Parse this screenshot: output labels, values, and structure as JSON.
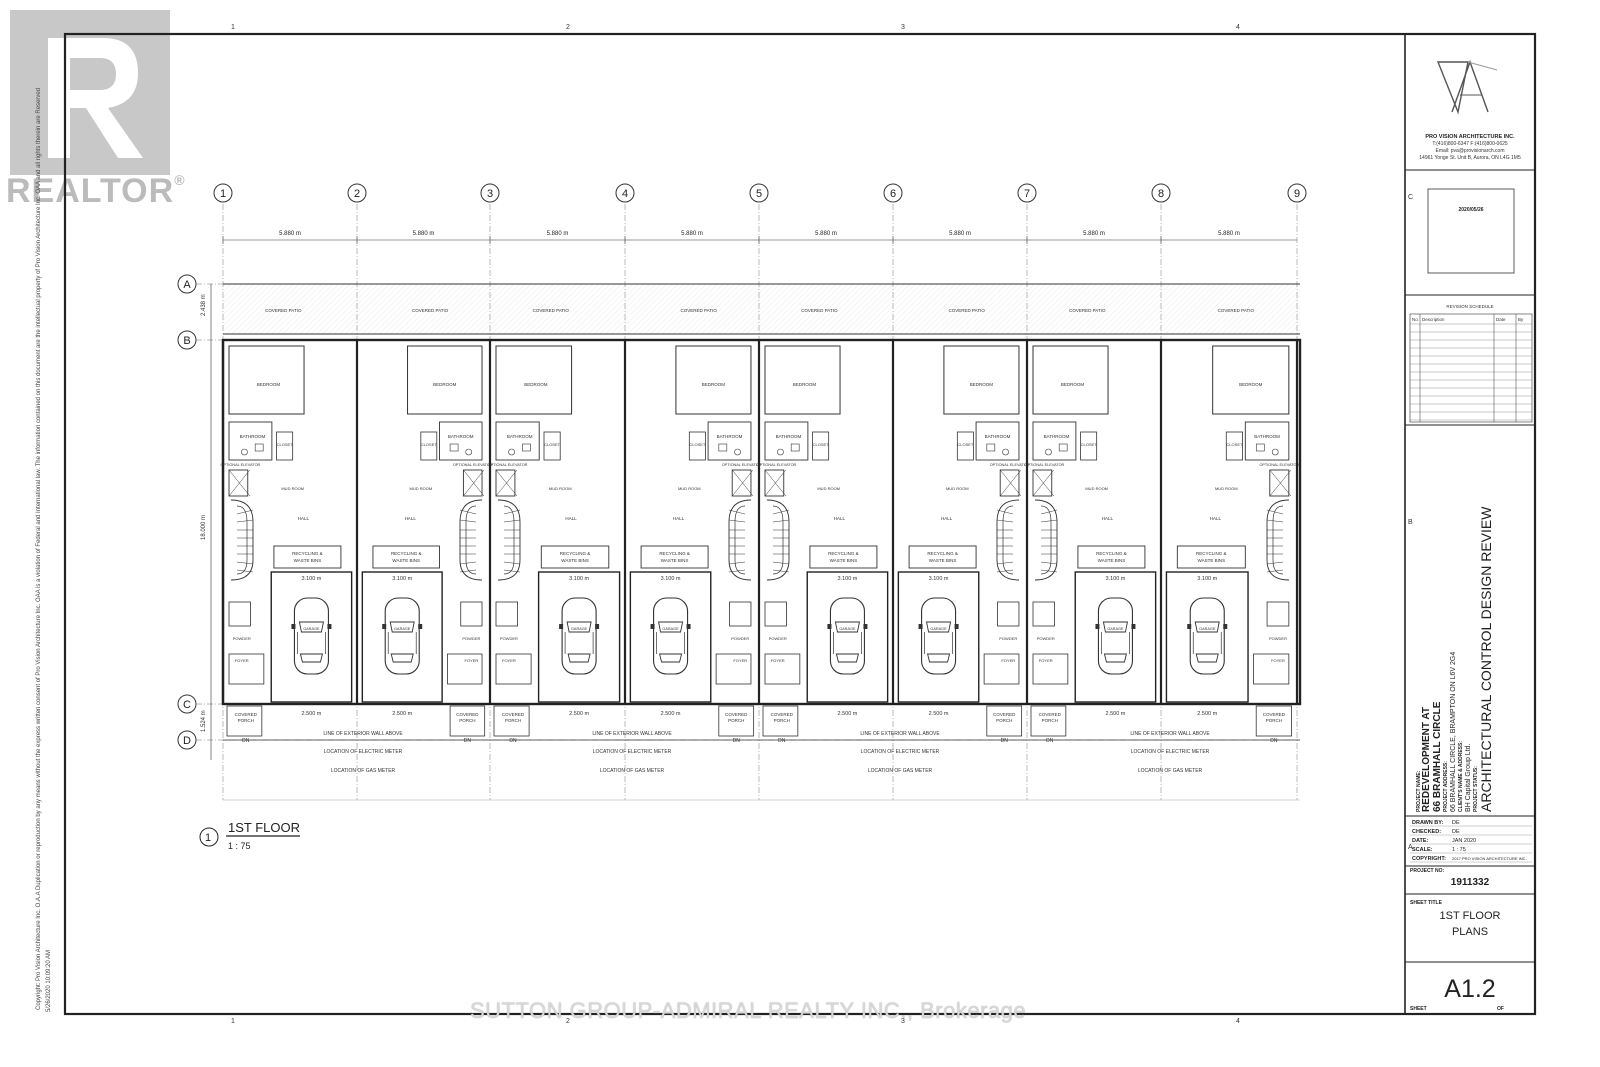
{
  "watermark": "SUTTON GROUP-ADMIRAL REALTY INC., Brokerage",
  "realtor": {
    "word": "REALTOR",
    "reg": "®"
  },
  "left_margin": {
    "copyright": "Copyright: Pro Vision Architecture Inc. O.A.A Duplication or reproduction by any means without the express written consent of Pro Vision Architecture Inc. OAA is a violation of Federal and International law. The information contained on this document are the intellectual property of Pro Vision Architecture Inc. OAA and all rights therein are Reserved",
    "datestamp": "5/26/2020 10:09:20 AM"
  },
  "sheet_columns": [
    "1",
    "2",
    "3",
    "4"
  ],
  "sheet_rows": [
    "C",
    "B",
    "A"
  ],
  "grid": {
    "columns": [
      "1",
      "2",
      "3",
      "4",
      "5",
      "6",
      "7",
      "8",
      "9"
    ],
    "rows": [
      "A",
      "B",
      "C",
      "D"
    ],
    "bay_width": "5.880 m",
    "overall_depth": "18.000 m",
    "front_depth": "2.438 m",
    "porch_depth": "1.524 m"
  },
  "plan": {
    "labels": {
      "covered_patio": "COVERED PATIO",
      "bedroom": "BEDROOM",
      "bathroom": "BATHROOM",
      "closet": "CLOSET",
      "mud_room": "MUD ROOM",
      "hall": "HALL",
      "optional_elevator": "OPTIONAL ELEVATOR",
      "powder": "POWDER",
      "foyer": "FOYER",
      "garage": "GARAGE",
      "recycling": "RECYCLING & WASTE BINS",
      "covered_porch": "COVERED PORCH",
      "dn": "DN",
      "garage_width": "3.100 m",
      "porch_width": "2.500 m",
      "wall_above": "LINE OF EXTERIOR WALL ABOVE",
      "electric_meter": "LOCATION OF ELECTRIC METER",
      "gas_meter": "LOCATION OF GAS METER"
    }
  },
  "view_title": {
    "number": "1",
    "name": "1ST FLOOR",
    "scale": "1 : 75"
  },
  "title_block": {
    "firm": "PRO VISION ARCHITECTURE INC.",
    "phone": "T:(416)800-6347  F:(416)800-0625",
    "email": "Email: pva@provisionarch.com",
    "address": "14961 Yonge St. Unit B, Aurora, ON L4G 1M5",
    "stamp_date": "2020/05/26",
    "revision_schedule": {
      "title": "REVISION SCHEDULE",
      "headers": [
        "No.",
        "Description",
        "Date",
        "By"
      ]
    },
    "project_name_label": "PROJECT NAME:",
    "project_name": [
      "REDEVELOPMENT AT",
      "66 BRAMHALL CIRCLE"
    ],
    "project_address_label": "PROJECT ADDRESS:",
    "project_address": "66 BRAMHALL CIRCLE, BRAMPTON ON L6V 2G4",
    "client_label": "CLIENT'S NAME & ADDRESS:",
    "client": "BH Capital Group Ltd.",
    "status_label": "PROJECT STATUS:",
    "status": "ARCHITECTURAL CONTROL DESIGN REVIEW",
    "info": [
      {
        "k": "DRAWN BY:",
        "v": "DE"
      },
      {
        "k": "CHECKED:",
        "v": "DE"
      },
      {
        "k": "DATE:",
        "v": "JAN 2020"
      },
      {
        "k": "SCALE:",
        "v": "1 : 75"
      },
      {
        "k": "COPYRIGHT:",
        "v": "2017 PRO VISION ARCHITECTURE INC."
      }
    ],
    "project_no_label": "PROJECT NO:",
    "project_no": "1911332",
    "sheet_title_label": "SHEET TITLE",
    "sheet_title": [
      "1ST FLOOR",
      "PLANS"
    ],
    "sheet_no": "A1.2",
    "sheet_label": "SHEET",
    "of_label": "OF"
  }
}
